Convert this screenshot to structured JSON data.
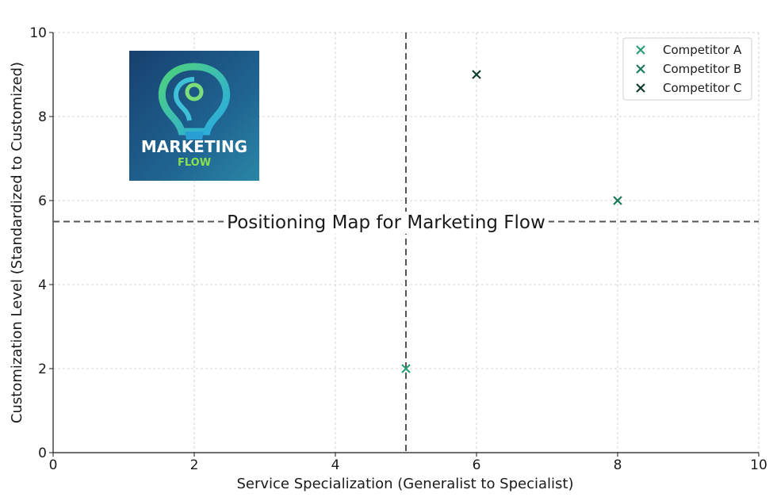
{
  "chart_data": {
    "type": "scatter",
    "title": "Positioning Map for Marketing Flow",
    "xlabel": "Service Specialization (Generalist to Specialist)",
    "ylabel": "Customization Level (Standardized to Customized)",
    "xlim": [
      0,
      10
    ],
    "ylim": [
      0,
      10
    ],
    "xticks": [
      "0",
      "2",
      "4",
      "6",
      "8",
      "10"
    ],
    "yticks": [
      "0",
      "2",
      "4",
      "6",
      "8",
      "10"
    ],
    "grid": true,
    "legend_position": "top-right",
    "reference_lines": {
      "vertical_x": 5,
      "horizontal_y": 5.5
    },
    "series": [
      {
        "name": "Competitor A",
        "x": [
          5
        ],
        "y": [
          2
        ],
        "color": "#2a9d72",
        "marker": "x"
      },
      {
        "name": "Competitor B",
        "x": [
          8
        ],
        "y": [
          6
        ],
        "color": "#1a7a5a",
        "marker": "x"
      },
      {
        "name": "Competitor C",
        "x": [
          6
        ],
        "y": [
          9
        ],
        "color": "#0f3d2c",
        "marker": "x"
      }
    ]
  },
  "logo": {
    "line1": "MARKETING",
    "line2": "FLOW",
    "icon": "lightbulb-logo-icon",
    "background_color": "#1f5a8a"
  }
}
